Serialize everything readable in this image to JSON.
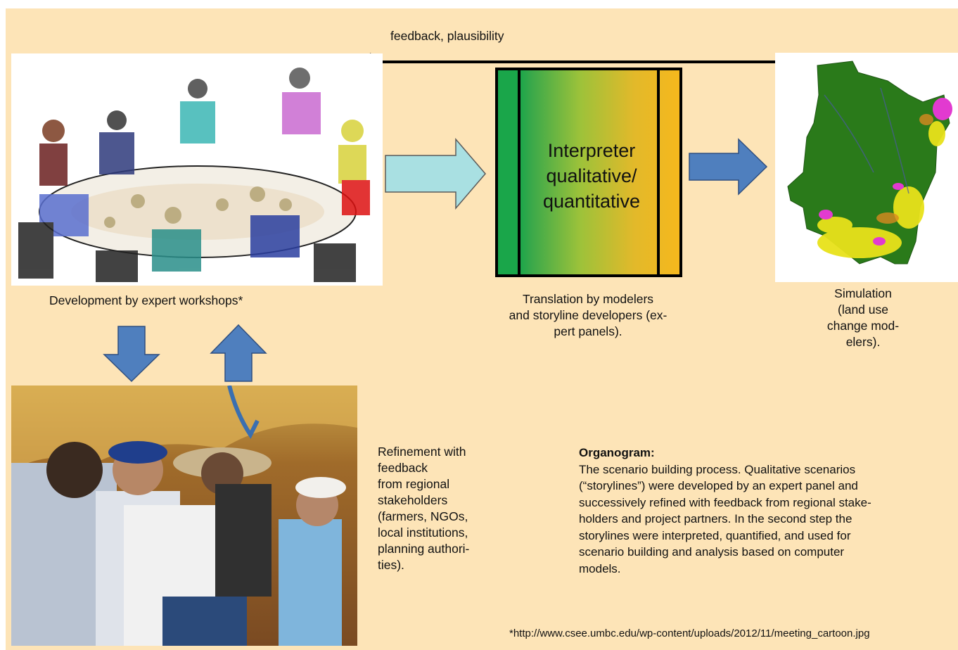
{
  "feedback_label": "feedback, plausibility",
  "interpreter_label_lines": [
    "Interpreter",
    "qualitative/",
    "quantitative"
  ],
  "workshop_caption": "Development by expert workshops*",
  "translation_caption_lines": [
    "Translation by modelers",
    "and storyline developers (ex-",
    "pert panels)."
  ],
  "simulation_caption_lines": [
    "Simulation",
    "(land use",
    "change mod-",
    "elers)."
  ],
  "refinement_lines": [
    "Refinement with",
    "feedback",
    "from regional",
    "stakeholders",
    "(farmers, NGOs,",
    "local institutions,",
    "planning authori-",
    "ties)."
  ],
  "organogram_title": "Organogram:",
  "organogram_lines": [
    "The scenario building process. Qualitative scenarios",
    "(“storylines”) were developed by an expert panel and",
    "successively refined with feedback from regional stake-",
    "holders and project partners. In the second step the",
    "storylines were interpreted, quantified, and used for",
    "scenario building and analysis based on computer",
    "models."
  ],
  "footnote": "*http://www.csee.umbc.edu/wp-content/uploads/2012/11/meeting_cartoon.jpg",
  "colors": {
    "background": "#fde4b7",
    "interpreter_green": "#1aa64a",
    "interpreter_yellow": "#f6b81d",
    "arrow_light": "#a9e0e2",
    "arrow_blue": "#4f7fbe",
    "map_green": "#2a7a1a",
    "map_yellow": "#e8e21a",
    "map_magenta": "#e23ad0"
  }
}
